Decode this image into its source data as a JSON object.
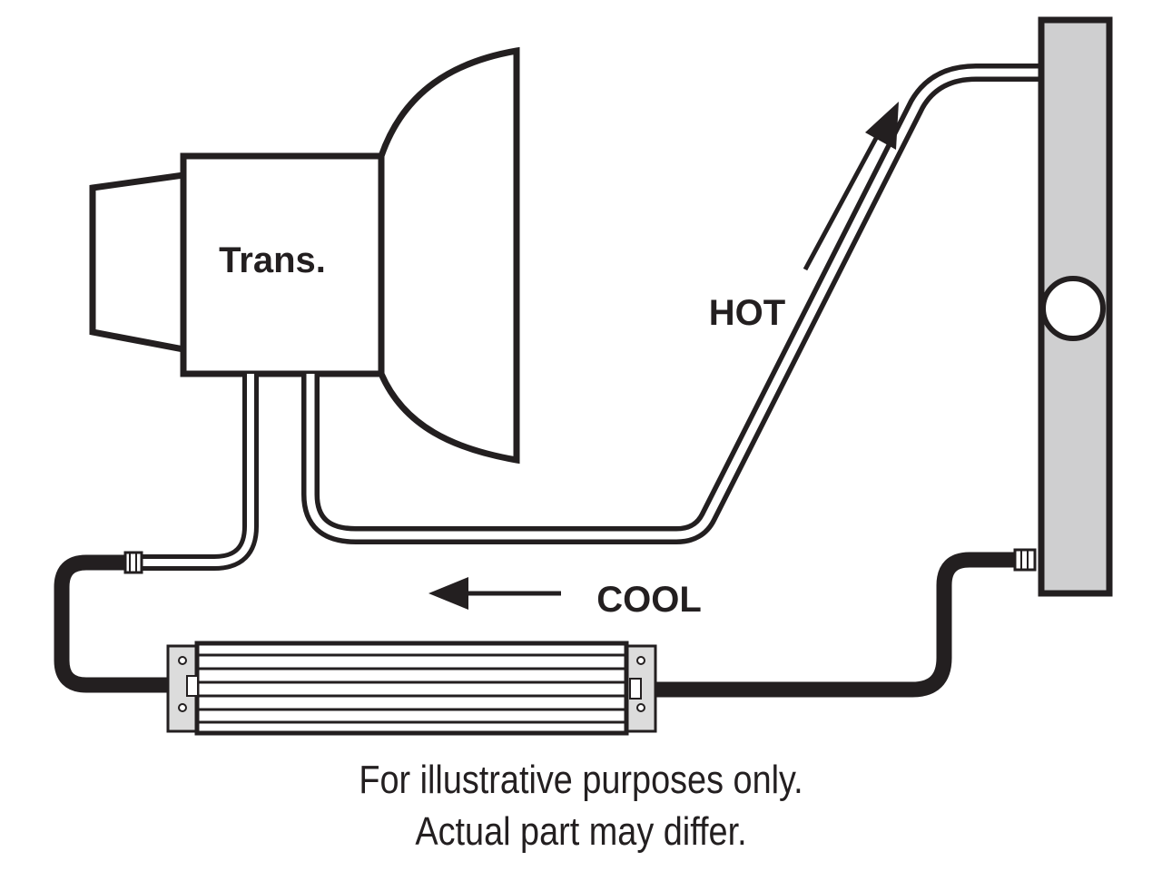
{
  "diagram": {
    "labels": {
      "transmission": "Trans.",
      "hot": "HOT",
      "cool": "COOL"
    },
    "note": {
      "line1": "For illustrative purposes only.",
      "line2": "Actual part may differ."
    }
  },
  "colors": {
    "ink": "#231f20",
    "radiator_fill": "#cfcfd0",
    "bracket_fill": "#dcdcdc",
    "background": "#ffffff"
  }
}
